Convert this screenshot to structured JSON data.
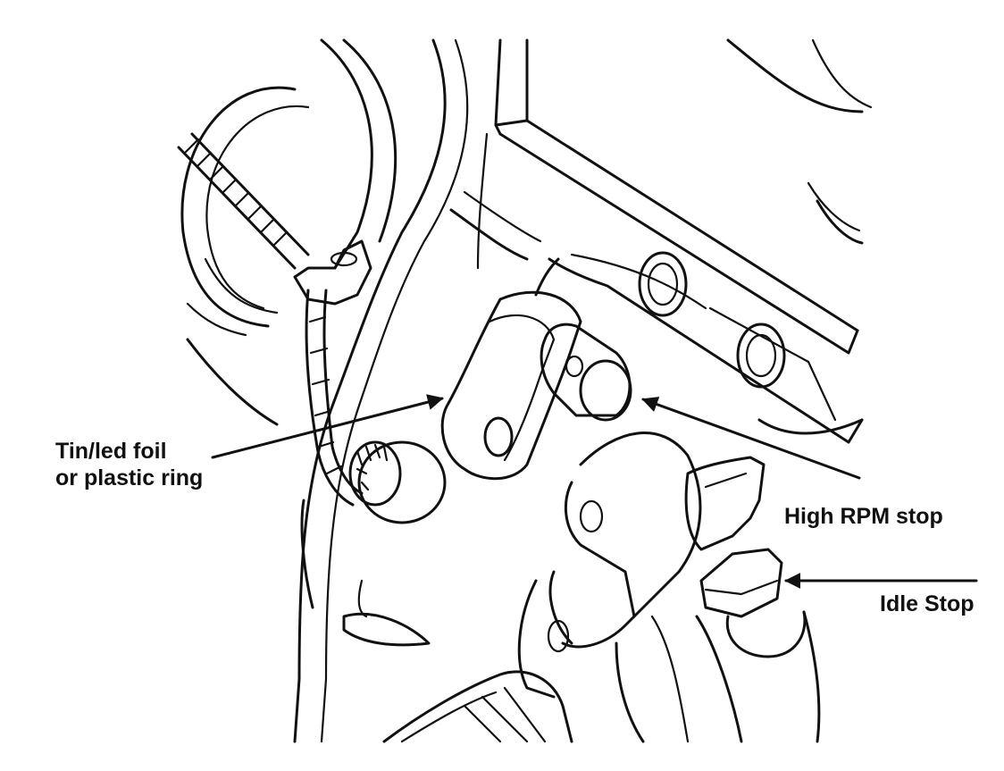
{
  "colors": {
    "ink": "#111111",
    "background": "#ffffff"
  },
  "labels": {
    "foil": {
      "line1": "Tin/led foil",
      "line2": "or plastic ring"
    },
    "high_rpm": "High RPM stop",
    "idle": "Idle Stop"
  }
}
